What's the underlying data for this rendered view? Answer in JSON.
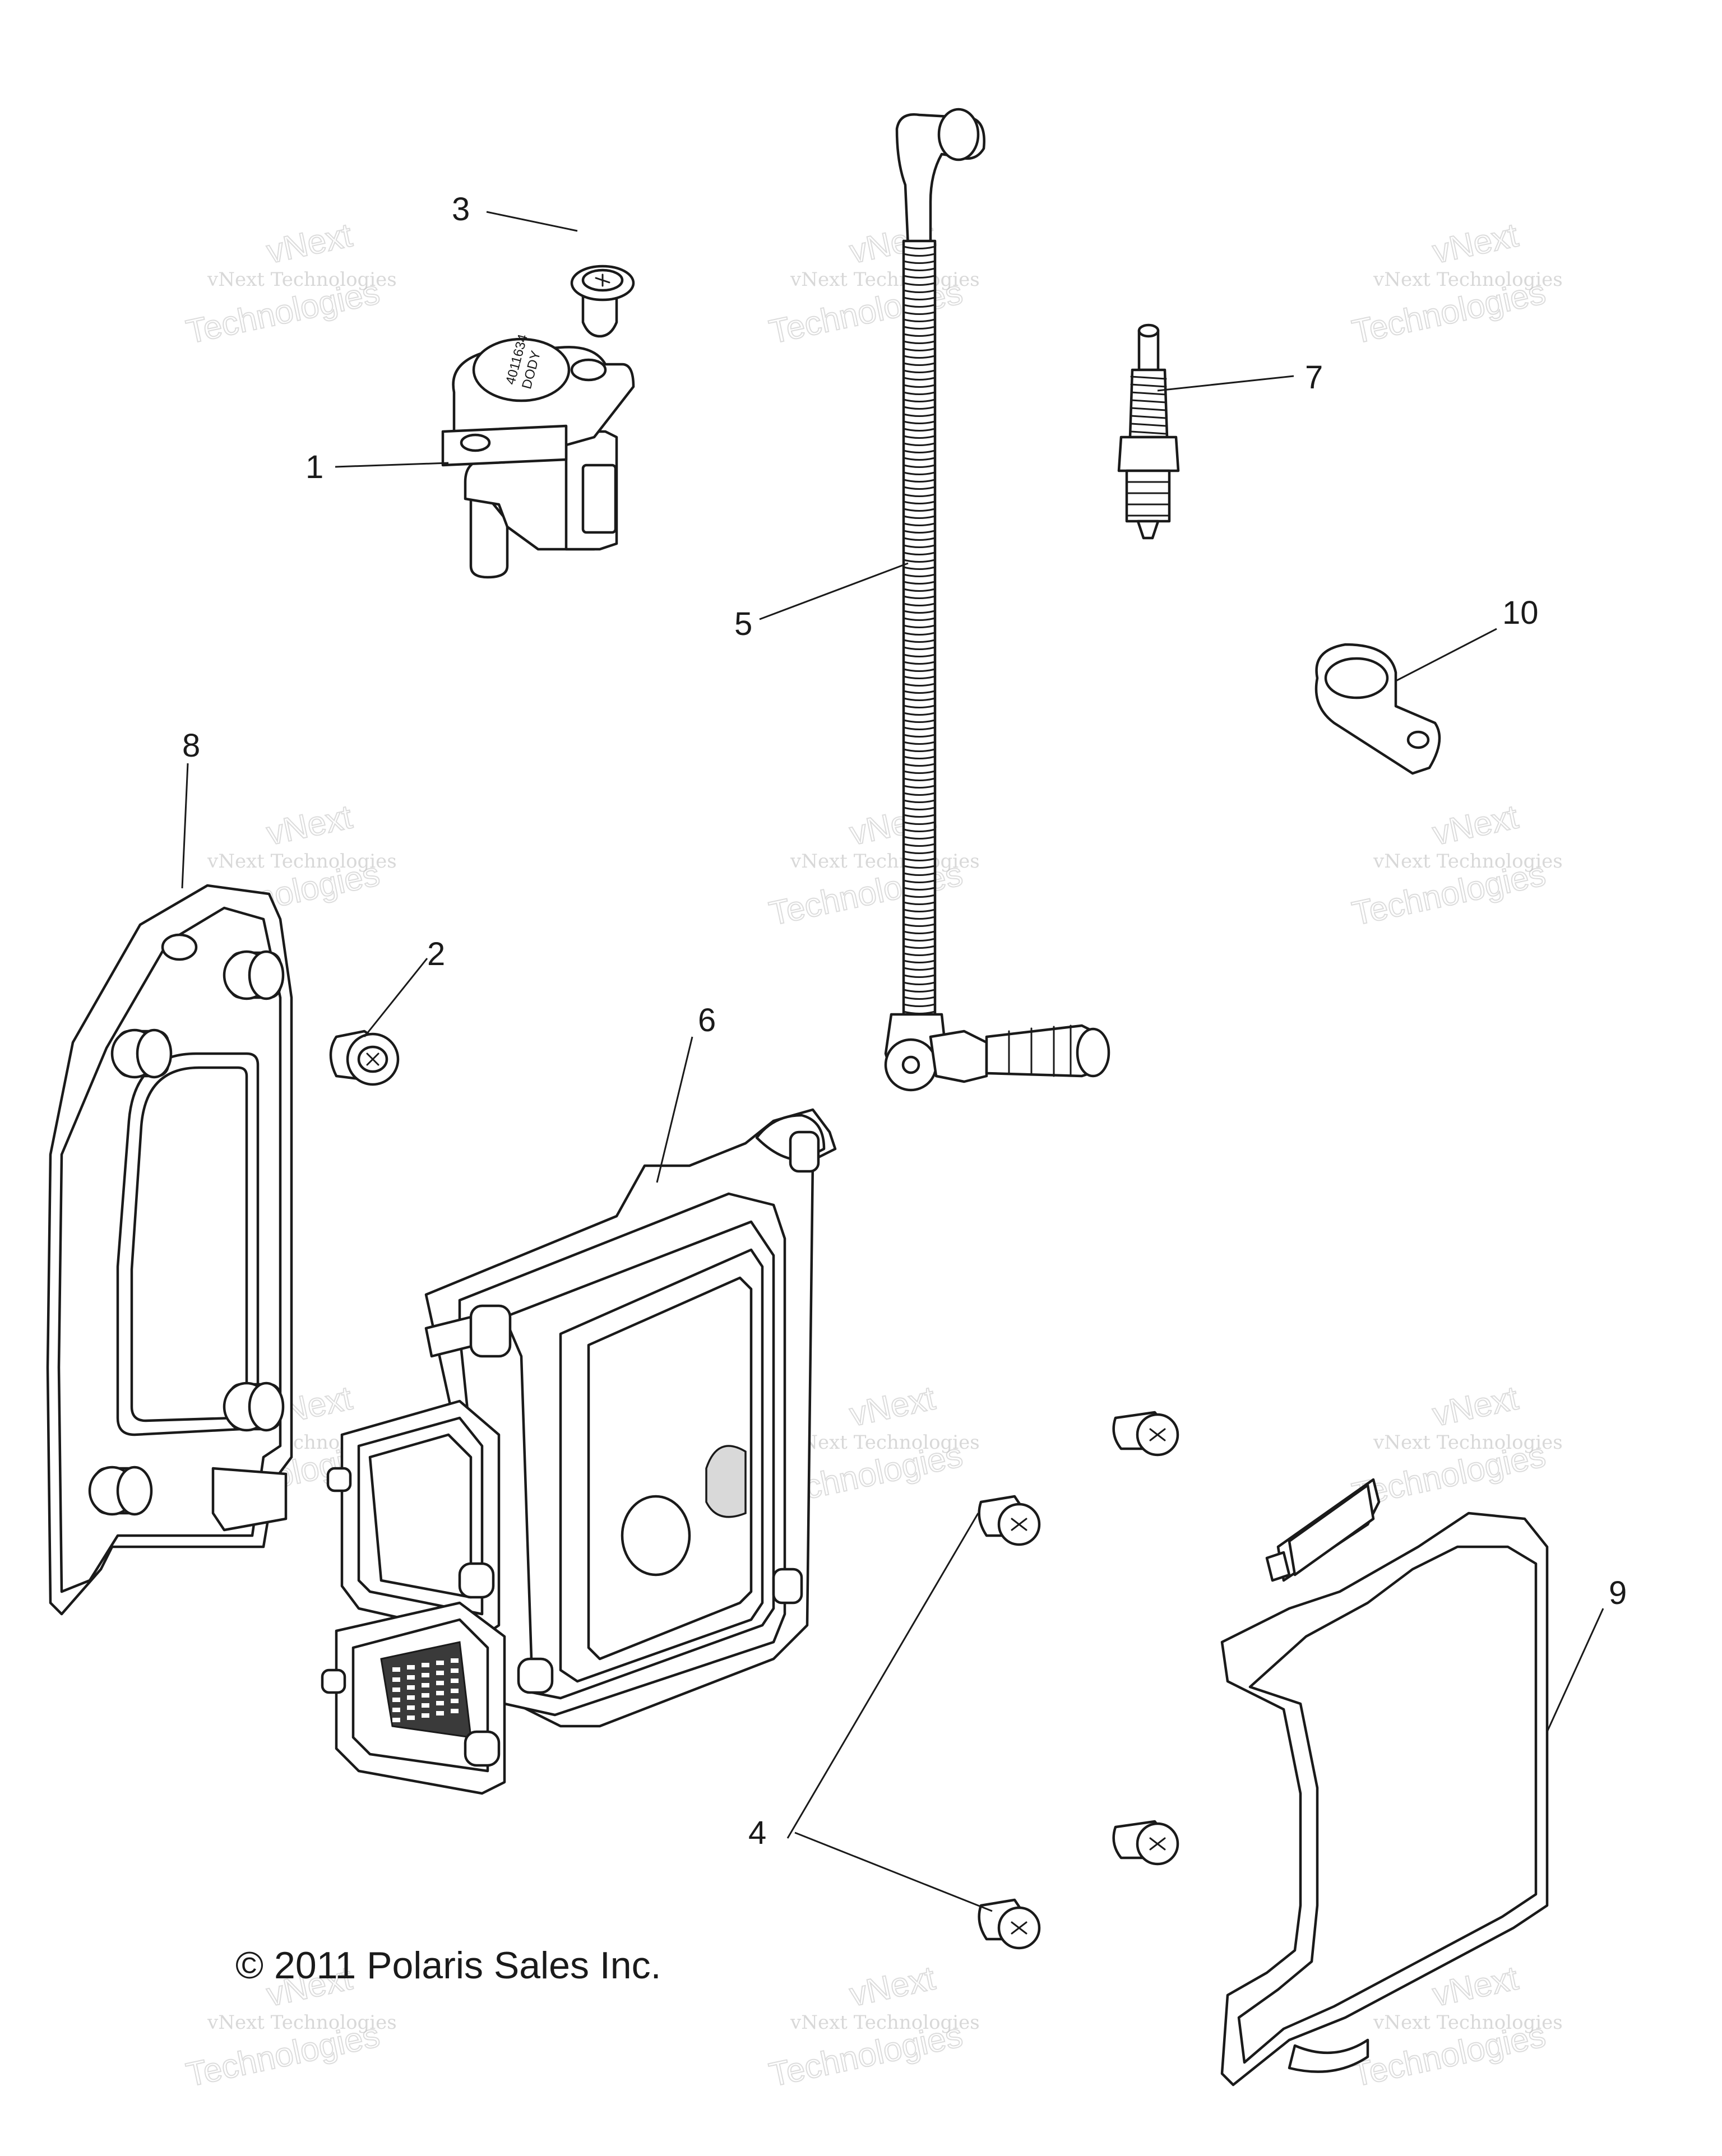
{
  "callouts": [
    "1",
    "2",
    "3",
    "4",
    "5",
    "6",
    "7",
    "8",
    "9",
    "10"
  ],
  "watermark": {
    "line1": "vNext",
    "line2": "vNext Technologies",
    "line3": "Technologies"
  },
  "coil_label": {
    "line1": "4011634",
    "line2": "DODY"
  },
  "copyright": "© 2011 Polaris Sales Inc."
}
